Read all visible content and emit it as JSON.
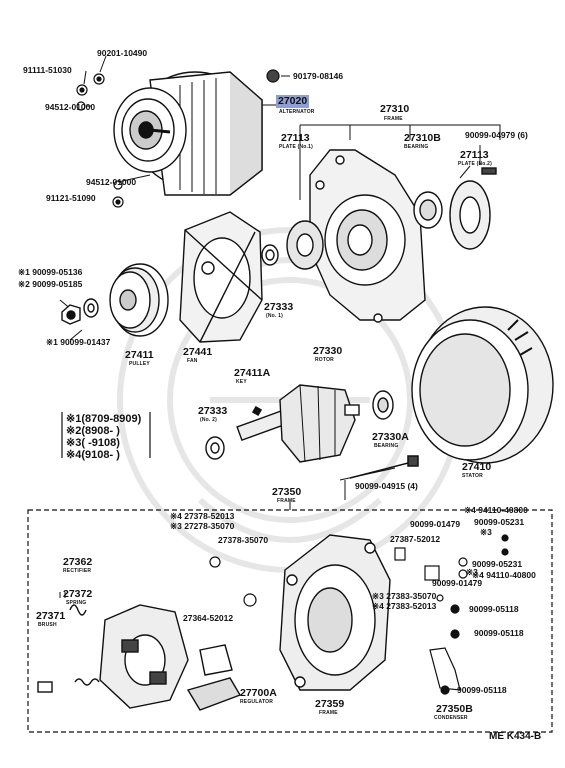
{
  "parts": {
    "p90201": "90201-10490",
    "p91111": "91111-51030",
    "p94512a": "94512-01000",
    "p90179": "90179-08146",
    "p27020": "27020",
    "p27020_name": "ALTERNATOR",
    "p27310": "27310",
    "p27310_name": "FRAME",
    "p27113a": "27113",
    "p27113a_name": "PLATE (No.1)",
    "p27310b": "27310B",
    "p27310b_name": "BEARING",
    "p90099_04979": "90099-04979 (6)",
    "p27113b": "27113",
    "p27113b_name": "PLATE (No.2)",
    "p94512b": "94512-01000",
    "p91121": "91121-51090",
    "p90099_05136": "※1 90099-05136",
    "p90099_05185": "※2 90099-05185",
    "p90099_01437": "※1 90099-01437",
    "p27333a": "27333",
    "p27333a_name": "(No. 1)",
    "p27411": "27411",
    "p27411_name": "PULLEY",
    "p27441": "27441",
    "p27441_name": "FAN",
    "p27330": "27330",
    "p27330_name": "ROTOR",
    "p27411a": "27411A",
    "p27411a_name": "KEY",
    "p27333b": "27333",
    "p27333b_name": "(No. 2)",
    "p27330a": "27330A",
    "p27330a_name": "BEARING",
    "p27410": "27410",
    "p27410_name": "STATOR",
    "p90099_04915": "90099-04915 (4)",
    "p27350": "27350",
    "p27350_name": "FRAME",
    "p27378_52013": "※4 27378-52013",
    "p27278_35070": "※3 27278-35070",
    "p27378_35070": "27378-35070",
    "p27387": "27387-52012",
    "p94110_40800a": "※4 94110-40800",
    "p90099_01479a": "90099-01479",
    "p90099_05231a": "90099-05231",
    "p90099_05231a_mark": "※3",
    "p90099_05231b": "90099-05231",
    "p90099_05231b_mark": "※3",
    "p94110_40800b": "※4 94110-40800",
    "p90099_01479b": "90099-01479",
    "p27383_35070": "※3 27383-35070",
    "p27383_52013": "※4 27383-52013",
    "p90099_05118a": "90099-05118",
    "p90099_05118b": "90099-05118",
    "p90099_05118c": "90099-05118",
    "p27362": "27362",
    "p27362_name": "RECTIFIER",
    "p27372": "27372",
    "p27372_name": "SPRING",
    "p27371": "27371",
    "p27371_name": "BRUSH",
    "p27364": "27364-52012",
    "p27700a": "27700A",
    "p27700a_name": "REGULATOR",
    "p27359": "27359",
    "p27359_name": "FRAME",
    "p27350b": "27350B",
    "p27350b_name": "CONDENSER",
    "diagram_code": "ME K434-B"
  },
  "legend": [
    {
      "mark": "※1",
      "range": "(8709-8909)"
    },
    {
      "mark": "※2",
      "range": "(8908-          )"
    },
    {
      "mark": "※3",
      "range": "(          -9108)"
    },
    {
      "mark": "※4",
      "range": "(9108-          )"
    }
  ],
  "colors": {
    "highlight": "#8e9fd6",
    "ink": "#111111",
    "watermark": "#e6e6e6"
  }
}
